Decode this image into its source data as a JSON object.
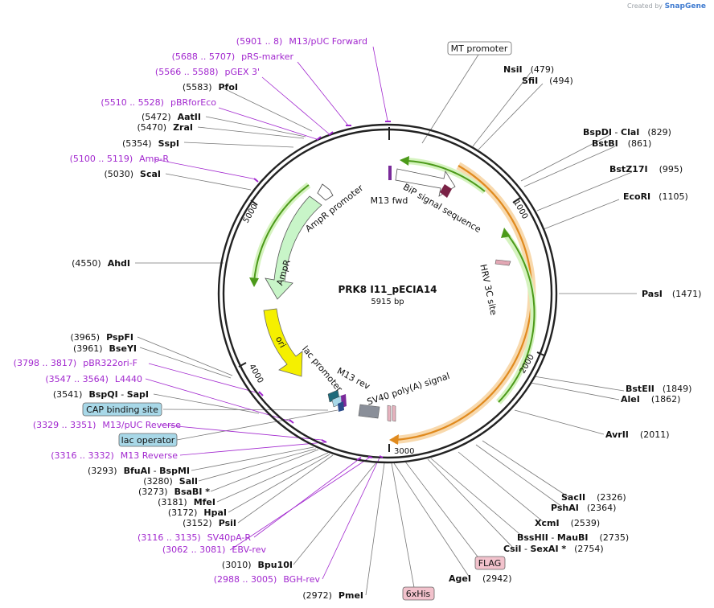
{
  "branding": {
    "prefix": "Created by",
    "name": "SnapGene"
  },
  "plasmid": {
    "name": "PRK8 I11_pECIA14",
    "size": "5915 bp"
  },
  "ticks": [
    "1000",
    "2000",
    "3000",
    "4000",
    "5000"
  ],
  "features": {
    "bip": "BiP signal sequence",
    "m13fwd": "M13 fwd",
    "amppromoter": "AmpR promoter",
    "ampr": "AmpR",
    "ori": "ori",
    "lac": "lac promoter",
    "m13rev": "M13 rev",
    "sv40": "SV40 poly(A) signal",
    "hrv": "HRV 3C site"
  },
  "boxes": {
    "mt": "MT promoter",
    "cap": "CAP binding site",
    "lacop": "lac operator",
    "flag": "FLAG",
    "his": "6xHis"
  },
  "sites_right": [
    {
      "name": "NsiI",
      "pos": "(479)"
    },
    {
      "name": "SfiI",
      "pos": "(494)"
    },
    {
      "name": "BspDI",
      "sep": " - ",
      "name2": "ClaI",
      "pos": "(829)"
    },
    {
      "name": "BstBI",
      "pos": "(861)"
    },
    {
      "name": "BstZ17I",
      "pos": "(995)"
    },
    {
      "name": "EcoRI",
      "pos": "(1105)"
    },
    {
      "name": "PasI",
      "pos": "(1471)"
    },
    {
      "name": "BstEII",
      "pos": "(1849)"
    },
    {
      "name": "AleI",
      "pos": "(1862)"
    },
    {
      "name": "AvrII",
      "pos": "(2011)"
    },
    {
      "name": "SacII",
      "pos": "(2326)"
    },
    {
      "name": "PshAI",
      "pos": "(2364)"
    },
    {
      "name": "XcmI",
      "pos": "(2539)"
    },
    {
      "name": "BssHII",
      "sep": " - ",
      "name2": "MauBI",
      "pos": "(2735)"
    },
    {
      "name": "CsiI",
      "sep": " - ",
      "name2": "SexAI *",
      "pos": "(2754)"
    },
    {
      "name": "AgeI",
      "pos": "(2942)"
    }
  ],
  "sites_left": [
    {
      "pos": "(5583)",
      "name": "PfoI"
    },
    {
      "pos": "(5472)",
      "name": "AatII"
    },
    {
      "pos": "(5470)",
      "name": "ZraI"
    },
    {
      "pos": "(5354)",
      "name": "SspI"
    },
    {
      "pos": "(5030)",
      "name": "ScaI"
    },
    {
      "pos": "(4550)",
      "name": "AhdI"
    },
    {
      "pos": "(3965)",
      "name": "PspFI"
    },
    {
      "pos": "(3961)",
      "name": "BseYI"
    },
    {
      "pos": "(3541)",
      "name": "BspQI",
      "sep": "  - ",
      "name2": "SapI"
    },
    {
      "pos": "(3293)",
      "name": "BfuAI",
      "sep": "  - ",
      "name2": "BspMI"
    },
    {
      "pos": "(3280)",
      "name": "SalI"
    },
    {
      "pos": "(3273)",
      "name": "BsaBI *"
    },
    {
      "pos": "(3181)",
      "name": "MfeI"
    },
    {
      "pos": "(3172)",
      "name": "HpaI"
    },
    {
      "pos": "(3152)",
      "name": "PsiI"
    },
    {
      "pos": "(3010)",
      "name": "Bpu10I"
    },
    {
      "pos": "(2972)",
      "name": "PmeI"
    }
  ],
  "primers": [
    {
      "range": "(5901 .. 8)",
      "name": "M13/pUC Forward"
    },
    {
      "range": "(5688 .. 5707)",
      "name": "pRS-marker"
    },
    {
      "range": "(5566 .. 5588)",
      "name": "pGEX 3'"
    },
    {
      "range": "(5510 .. 5528)",
      "name": "pBRforEco"
    },
    {
      "range": "(5100 .. 5119)",
      "name": "Amp-R"
    },
    {
      "range": "(3798 .. 3817)",
      "name": "pBR322ori-F"
    },
    {
      "range": "(3547 .. 3564)",
      "name": "L4440"
    },
    {
      "range": "(3329 .. 3351)",
      "name": "M13/pUC Reverse"
    },
    {
      "range": "(3316 .. 3332)",
      "name": "M13 Reverse"
    },
    {
      "range": "(3116 .. 3135)",
      "name": "SV40pA-R"
    },
    {
      "range": "(3062 .. 3081)",
      "name": "EBV-rev"
    },
    {
      "range": "(2988 .. 3005)",
      "name": "BGH-rev"
    }
  ],
  "colors": {
    "backbone": "#222222",
    "primer": "#a228cf",
    "green": "#4c9a1a",
    "orange": "#e08a1e",
    "ori": "#f5f000",
    "ampr": "#c8f5c8",
    "box_blue": "#a8d8e8",
    "box_pink": "#f2c2cc"
  }
}
